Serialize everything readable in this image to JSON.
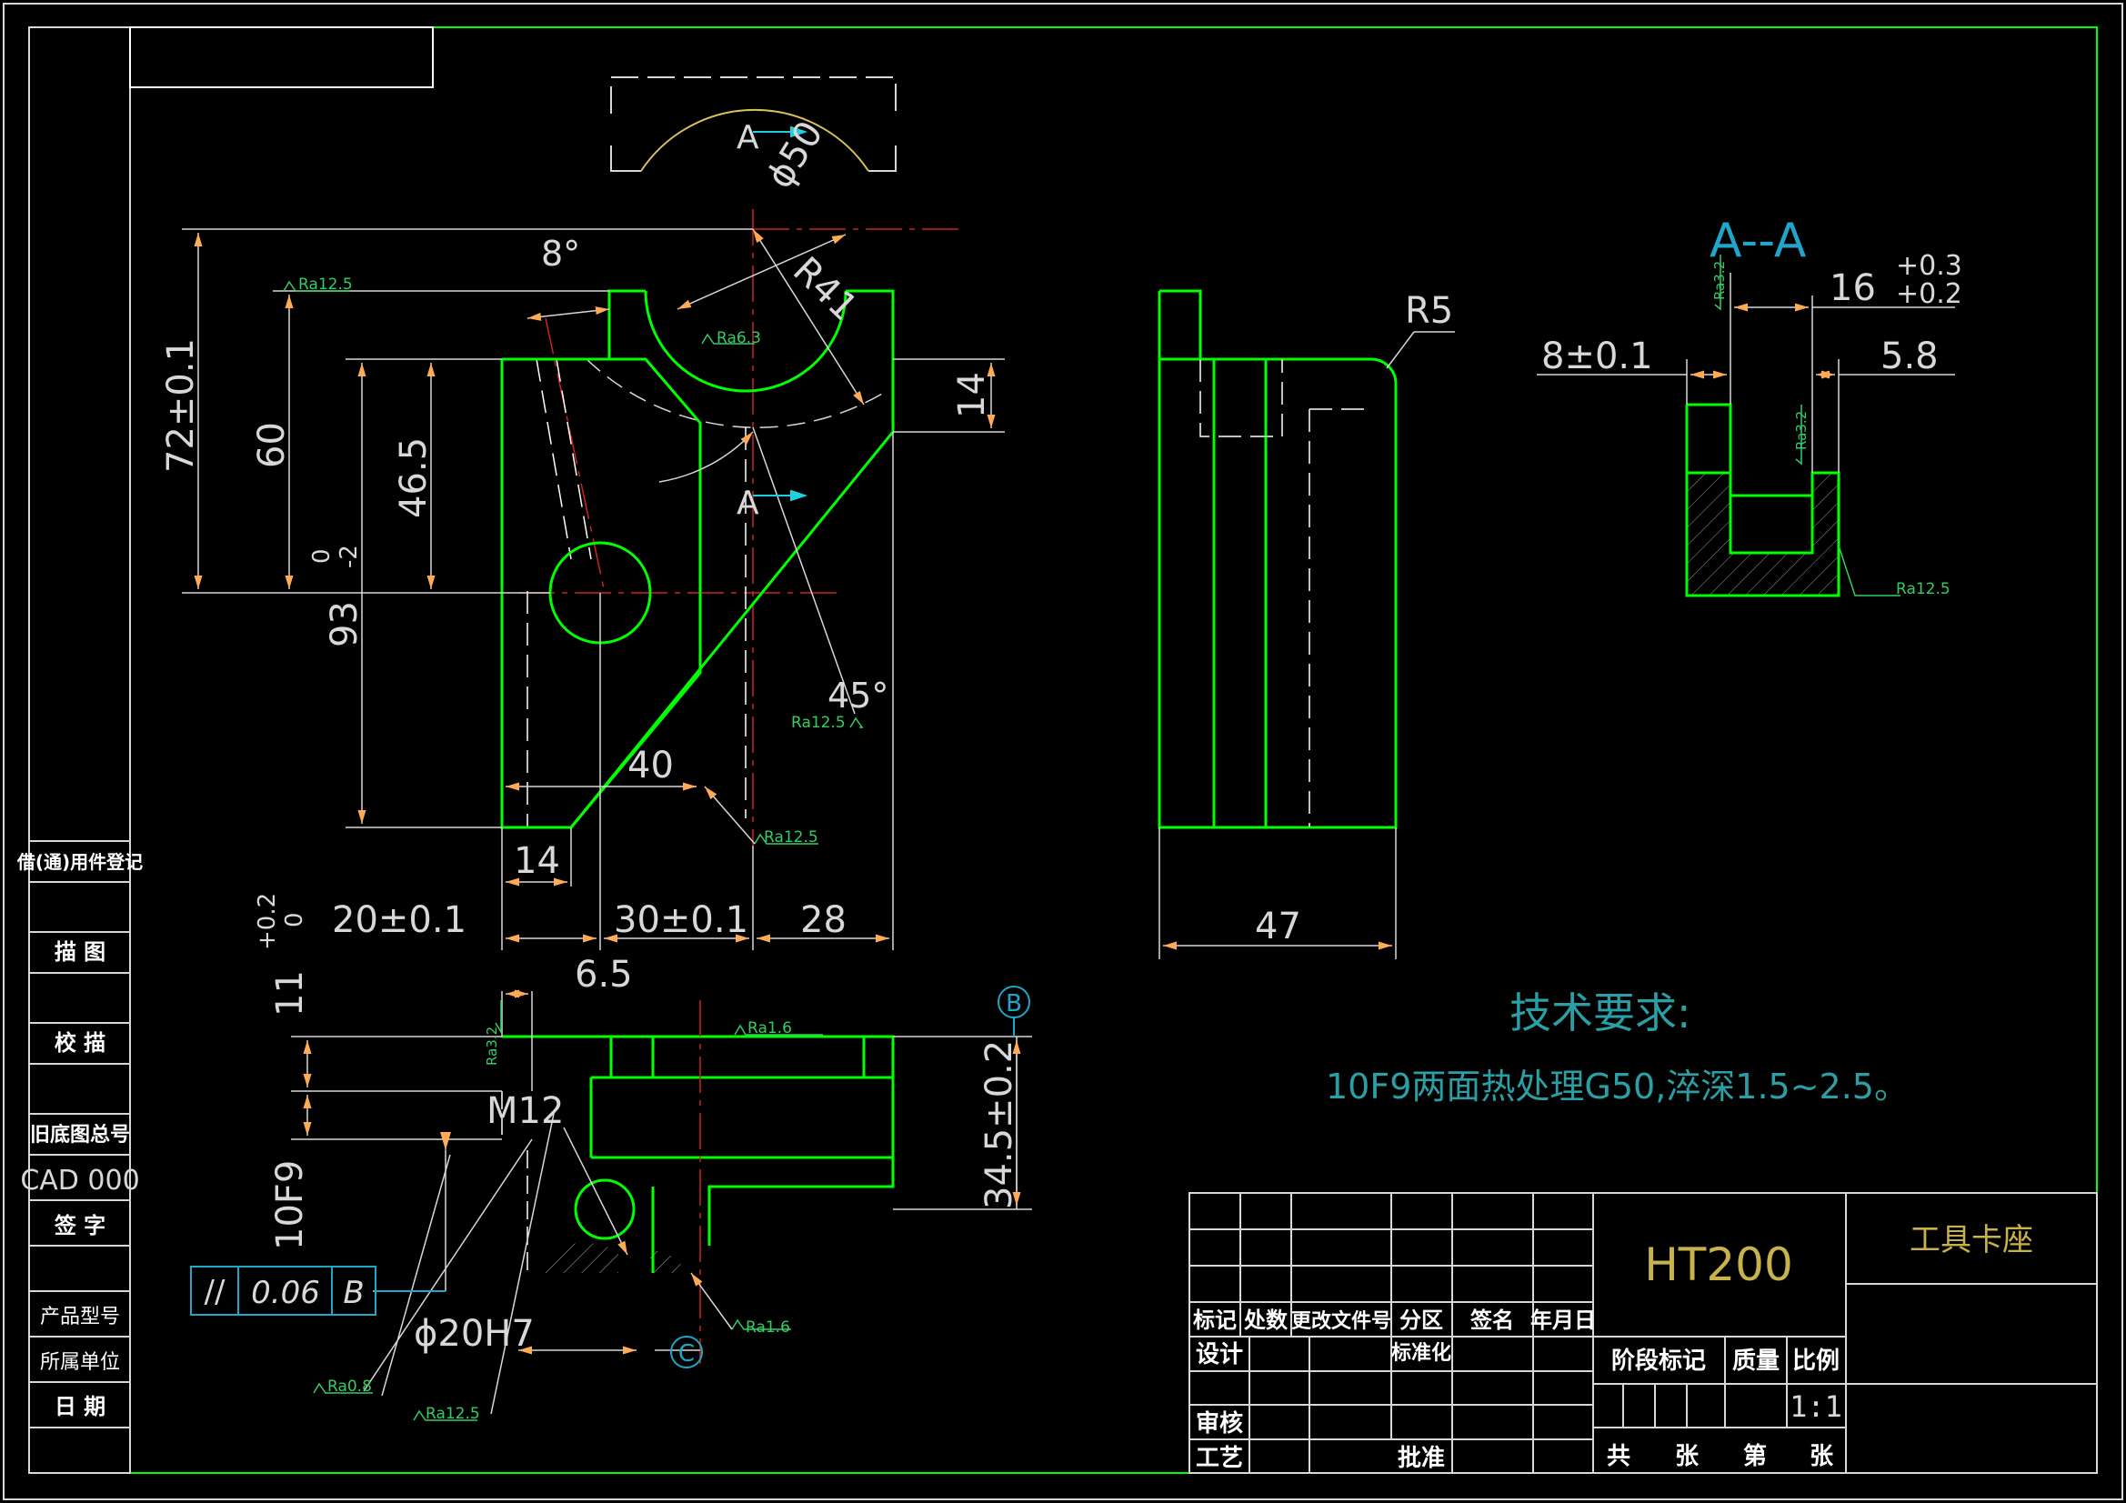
{
  "colors": {
    "background": "#000000",
    "frame": "#d8d8d8",
    "outline": "#00ff00",
    "dimension": "#dcdcdc",
    "ra": "#33cc66",
    "arrow": "#ffaa55",
    "center": "#cc2222",
    "hidden": "#ffffff",
    "note": "#2a9fa5",
    "title_gold": "#c8b24a",
    "gtol": "#1fa6c8"
  },
  "left_strip": {
    "items": [
      {
        "label": "借(通)用件登记"
      },
      {
        "label": "描 图"
      },
      {
        "label": "校 描"
      },
      {
        "label": "旧底图总号"
      },
      {
        "label": "CAD 000"
      },
      {
        "label": "签 字"
      },
      {
        "label": "产品型号"
      },
      {
        "label": "所属单位"
      },
      {
        "label": "日 期"
      }
    ]
  },
  "front_view": {
    "section_label_top": "A",
    "section_label_bottom": "A",
    "dims": {
      "dia50": "ϕ50",
      "angle8": "8°",
      "r41": "R41",
      "d72": "72±0.1",
      "d60": "60",
      "d46_5": "46.5",
      "d93": "93",
      "d93_tol_upper": "0",
      "d93_tol_lower": "-2",
      "d14_right": "14",
      "angle45": "45°",
      "d40": "40",
      "d14_bottom": "14",
      "d20": "20±0.1",
      "d30": "30±0.1",
      "d28": "28"
    },
    "roughness": [
      "Ra12.5",
      "Ra6.3",
      "Ra12.5",
      "Ra12.5"
    ]
  },
  "side_view": {
    "dims": {
      "r5": "R5",
      "d47": "47"
    }
  },
  "section_view": {
    "title": "A--A",
    "dims": {
      "d16": "16",
      "d16_tol_upper": "+0.3",
      "d16_tol_lower": "+0.2",
      "d8": "8±0.1",
      "d5_8": "5.8"
    },
    "roughness": [
      "Ra3.2",
      "Ra3.2",
      "Ra12.5"
    ]
  },
  "bottom_view": {
    "dims": {
      "d6_5": "6.5",
      "d11": "11",
      "d11_tol_upper": "+0.2",
      "d11_tol_lower": "0",
      "m12": "M12",
      "d10f9": "10F9",
      "d34_5": "34.5±0.2",
      "d20h7": "ϕ20H7"
    },
    "datum_b": "B",
    "datum_c": "C",
    "gtol": {
      "symbol": "//",
      "value": "0.06",
      "datum": "B"
    },
    "roughness": [
      "Ra3.2",
      "Ra1.6",
      "Ra1.6",
      "Ra0.8",
      "Ra12.5"
    ]
  },
  "tech_req": {
    "heading": "技术要求:",
    "line1": "10F9两面热处理G50,淬深1.5~2.5。"
  },
  "title_block": {
    "material": "HT200",
    "part_name": "工具卡座",
    "headers": [
      "标记",
      "处数",
      "更改文件号",
      "分区",
      "签名",
      "年月日"
    ],
    "design": "设计",
    "standardize": "标准化",
    "stage_mark": "阶段标记",
    "mass": "质量",
    "ratio": "比例",
    "scale": "1:1",
    "review": "审核",
    "process": "工艺",
    "approve": "批准",
    "sheets": [
      "共",
      "张",
      "第",
      "张"
    ]
  }
}
